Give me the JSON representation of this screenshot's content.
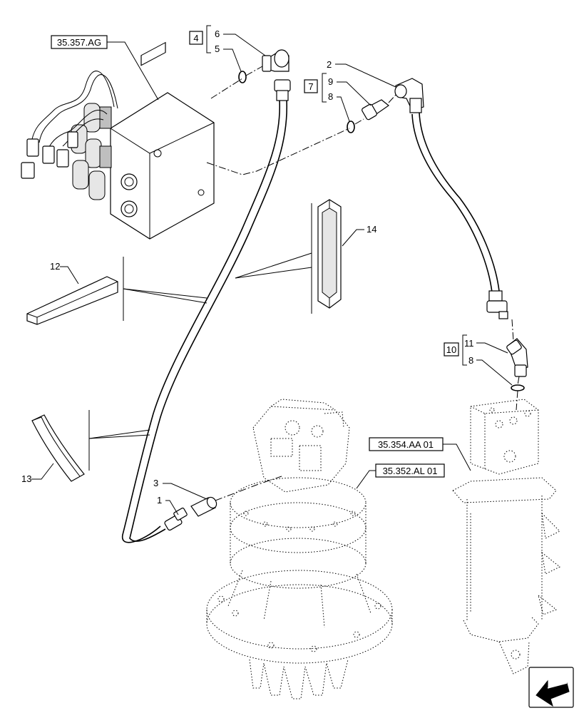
{
  "references": {
    "valve_block": "35.357.AG",
    "rotary_joint": "35.354.AA 01",
    "swing_motor": "35.352.AL 01"
  },
  "kits": [
    {
      "box": "4",
      "items": [
        "6",
        "5"
      ]
    },
    {
      "box": "7",
      "items": [
        "9",
        "8"
      ]
    },
    {
      "box": "10",
      "items": [
        "11",
        "8"
      ]
    }
  ],
  "callouts": {
    "c1": "1",
    "c2": "2",
    "c3": "3",
    "c12": "12",
    "c13": "13",
    "c14": "14"
  },
  "icons": {
    "navigation": "arrow-icon"
  }
}
